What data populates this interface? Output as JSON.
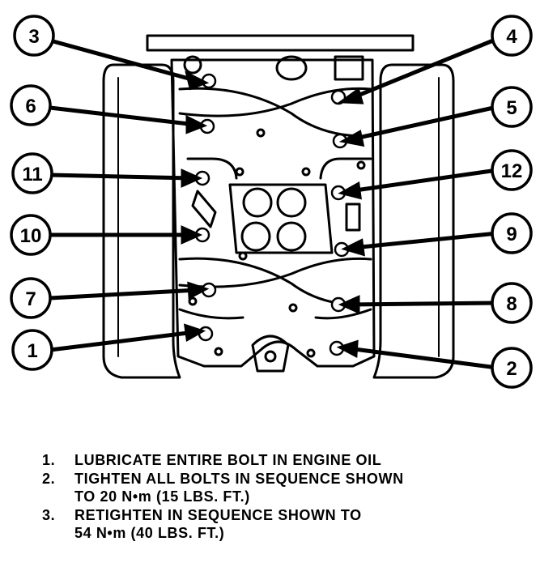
{
  "callouts": [
    {
      "id": "3",
      "label": "3"
    },
    {
      "id": "4",
      "label": "4"
    },
    {
      "id": "6",
      "label": "6"
    },
    {
      "id": "5",
      "label": "5"
    },
    {
      "id": "11",
      "label": "11"
    },
    {
      "id": "12",
      "label": "12"
    },
    {
      "id": "10",
      "label": "10"
    },
    {
      "id": "9",
      "label": "9"
    },
    {
      "id": "7",
      "label": "7"
    },
    {
      "id": "8",
      "label": "8"
    },
    {
      "id": "1",
      "label": "1"
    },
    {
      "id": "2",
      "label": "2"
    }
  ],
  "instructions": [
    {
      "num": "1.",
      "lines": [
        "LUBRICATE ENTIRE BOLT IN ENGINE OIL"
      ]
    },
    {
      "num": "2.",
      "lines": [
        "TIGHTEN ALL BOLTS IN SEQUENCE SHOWN",
        "TO 20 N•m (15 LBS. FT.)"
      ]
    },
    {
      "num": "3.",
      "lines": [
        "RETIGHTEN IN SEQUENCE SHOWN TO",
        "54 N•m (40 LBS. FT.)"
      ]
    }
  ]
}
